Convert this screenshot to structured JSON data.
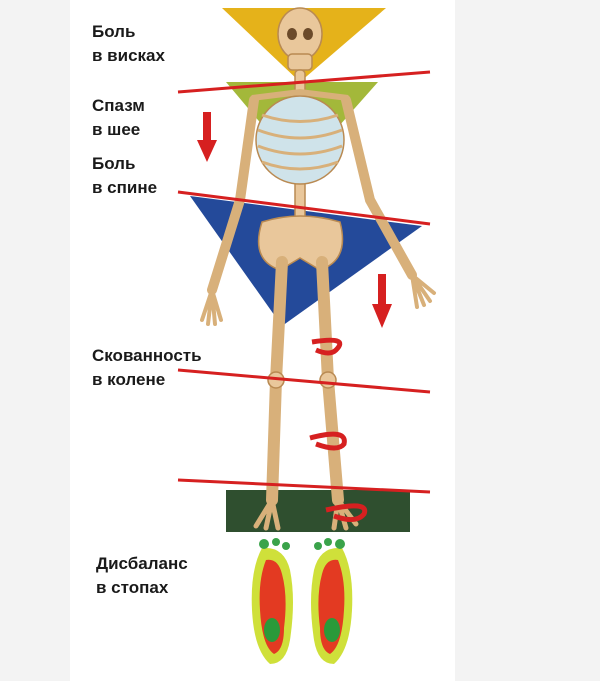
{
  "labels": {
    "temples": {
      "line1": "Боль",
      "line2": "в висках"
    },
    "neck": {
      "line1": "Спазм",
      "line2": "в шее"
    },
    "back": {
      "line1": "Боль",
      "line2": "в спине"
    },
    "knee": {
      "line1": "Скованность",
      "line2": "в колене"
    },
    "feet": {
      "line1": "Дисбаланс",
      "line2": "в стопах"
    }
  },
  "colors": {
    "head_triangle": "#e5b21a",
    "shoulder_triangle": "#a3b83a",
    "pelvis_triangle": "#244a9a",
    "foot_platform": "#2f4f2f",
    "red_marker": "#d62020",
    "bone": "#e9c79b",
    "ribs": "#cfe3ea"
  },
  "icons": [
    "skeleton-figure",
    "arrow-down-icon",
    "curved-arrow-icon",
    "footprint-pressure-map"
  ]
}
